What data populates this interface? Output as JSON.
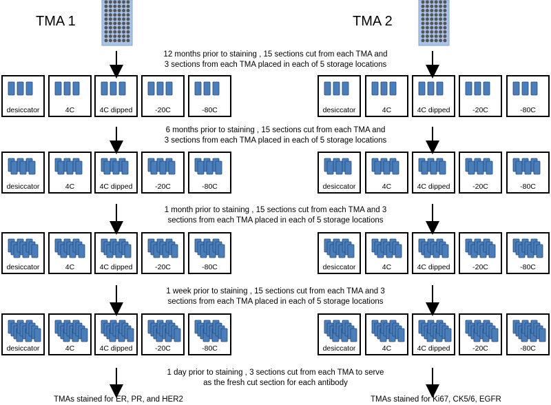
{
  "left": {
    "title": "TMA 1",
    "result": "TMAs stained for ER, PR, and HER2"
  },
  "right": {
    "title": "TMA 2",
    "result": "TMAs stained for Ki67, CK5/6, EGFR"
  },
  "storage_locations": [
    "desiccator",
    "4C",
    "4C dipped",
    "-20C",
    "-80C"
  ],
  "steps": [
    {
      "line1": "12 months prior to staining , 15 sections cut from each TMA and",
      "line2": "3 sections from each TMA placed in each of 5 storage locations"
    },
    {
      "line1": "6 months prior to staining , 15 sections cut from each TMA and",
      "line2": "3 sections from each TMA placed in each of 5 storage locations"
    },
    {
      "line1": "1 month prior to staining , 15 sections cut from each TMA and 3",
      "line2": "sections from each TMA placed in each of 5 storage locations"
    },
    {
      "line1": "1 week prior to staining , 15 sections cut from each TMA and 3",
      "line2": "sections from each TMA placed in each of 5 storage locations"
    },
    {
      "line1": "1 day prior to staining , 3 sections cut from each TMA to serve",
      "line2": "as the fresh cut section for each antibody"
    }
  ],
  "slide_stack_levels": [
    1,
    2,
    3,
    4
  ],
  "colors": {
    "slide_fill": "#4a7ebb",
    "slide_stroke": "#24487a",
    "block_fill": "#a9c4e8",
    "core_fill": "#555555",
    "box_stroke": "#000000"
  }
}
